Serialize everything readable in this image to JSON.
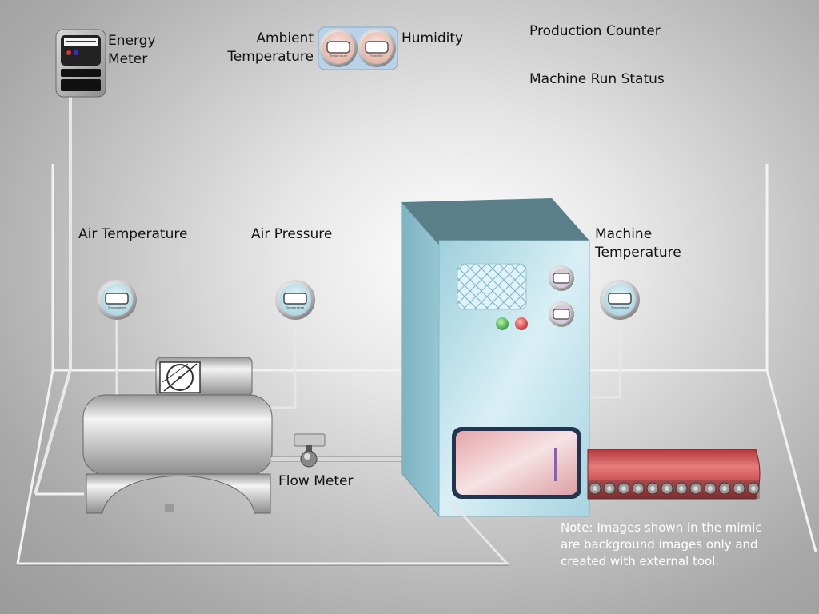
{
  "labels": {
    "energy_meter": "Energy\nMeter",
    "ambient_temperature": "Ambient\nTemperature",
    "humidity": "Humidity",
    "production_counter": "Production Counter",
    "machine_run_status": "Machine Run Status",
    "air_temperature": "Air Temperature",
    "air_pressure": "Air Pressure",
    "machine_temperature": "Machine\nTemperature",
    "flow_meter": "Flow Meter"
  },
  "gauge_text": {
    "temperature": "Temperature",
    "humidity": "Humidity"
  },
  "note": "Note: Images shown in the mimic\nare background images only and\ncreated with external tool.",
  "colors": {
    "cabinet": "#a9d6e3",
    "cabinet_top": "#5a7f88",
    "oven_door": "#e8b4b6",
    "conveyor": "#c84a4c",
    "status_green": "#3cb043",
    "status_red": "#e23a3a"
  }
}
